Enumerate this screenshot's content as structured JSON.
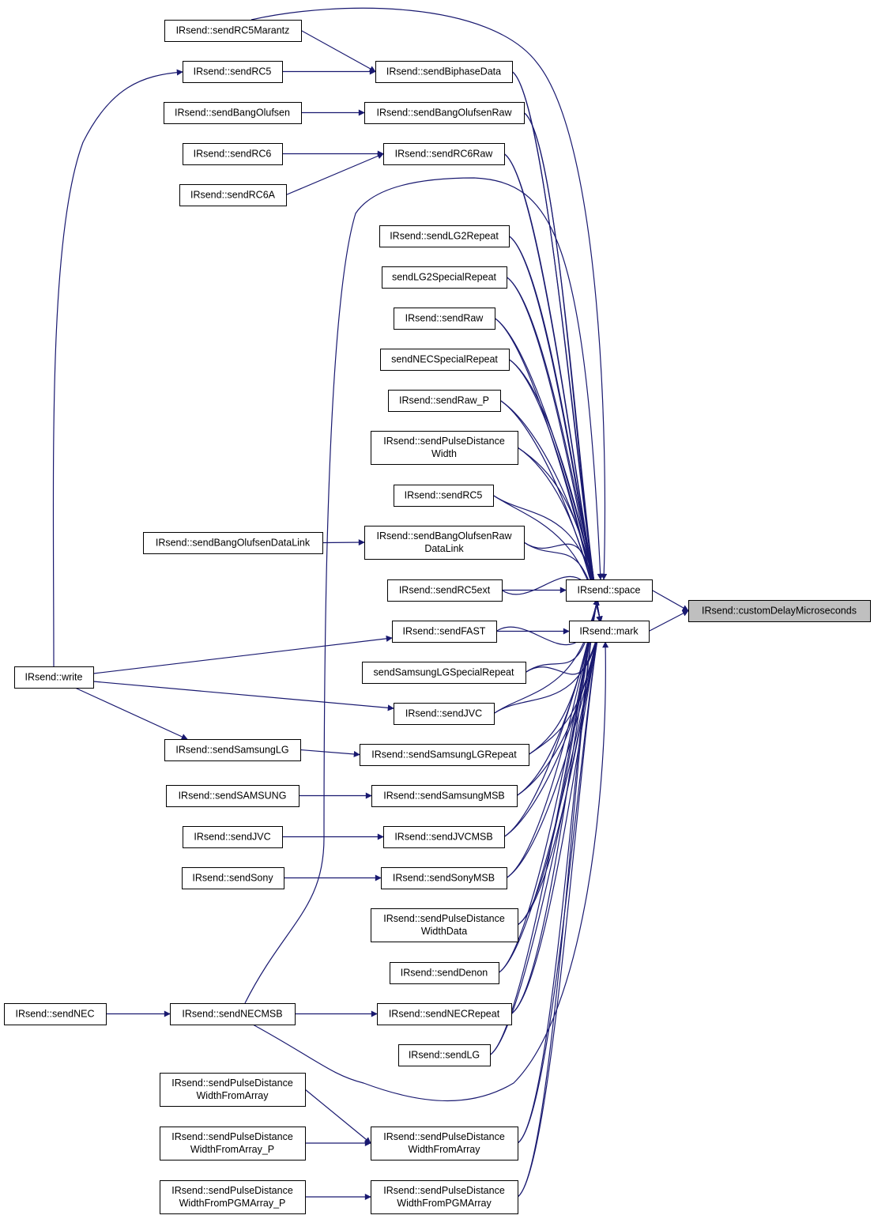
{
  "colors": {
    "edge": "#191970",
    "node_border": "#000000",
    "root_fill": "#bfbfbf",
    "node_fill": "#ffffff"
  },
  "nodes": {
    "customDelay": {
      "lines": [
        "IRsend::customDelayMicroseconds"
      ],
      "root": true
    },
    "space": {
      "lines": [
        "IRsend::space"
      ]
    },
    "mark": {
      "lines": [
        "IRsend::mark"
      ]
    },
    "sendRC5Marantz": {
      "lines": [
        "IRsend::sendRC5Marantz"
      ]
    },
    "sendRC5_left": {
      "lines": [
        "IRsend::sendRC5"
      ]
    },
    "sendBiphaseData": {
      "lines": [
        "IRsend::sendBiphaseData"
      ]
    },
    "sendBangOlufsen": {
      "lines": [
        "IRsend::sendBangOlufsen"
      ]
    },
    "sendBangOlufsenRaw": {
      "lines": [
        "IRsend::sendBangOlufsenRaw"
      ]
    },
    "sendRC6": {
      "lines": [
        "IRsend::sendRC6"
      ]
    },
    "sendRC6Raw": {
      "lines": [
        "IRsend::sendRC6Raw"
      ]
    },
    "sendRC6A": {
      "lines": [
        "IRsend::sendRC6A"
      ]
    },
    "sendLG2Repeat": {
      "lines": [
        "IRsend::sendLG2Repeat"
      ]
    },
    "sendLG2SpecialRepeat": {
      "lines": [
        "sendLG2SpecialRepeat"
      ]
    },
    "sendRaw": {
      "lines": [
        "IRsend::sendRaw"
      ]
    },
    "sendNECSpecialRepeat": {
      "lines": [
        "sendNECSpecialRepeat"
      ]
    },
    "sendRaw_P": {
      "lines": [
        "IRsend::sendRaw_P"
      ]
    },
    "sendPulseDistanceWidth": {
      "lines": [
        "IRsend::sendPulseDistance",
        "Width"
      ]
    },
    "sendRC5_mid": {
      "lines": [
        "IRsend::sendRC5"
      ]
    },
    "sendBangOlufsenDataLink": {
      "lines": [
        "IRsend::sendBangOlufsenDataLink"
      ]
    },
    "sendBangOlufsenRawDataLink": {
      "lines": [
        "IRsend::sendBangOlufsenRaw",
        "DataLink"
      ]
    },
    "sendRC5ext": {
      "lines": [
        "IRsend::sendRC5ext"
      ]
    },
    "sendFAST": {
      "lines": [
        "IRsend::sendFAST"
      ]
    },
    "write": {
      "lines": [
        "IRsend::write"
      ]
    },
    "sendSamsungLGSpecialRepeat": {
      "lines": [
        "sendSamsungLGSpecialRepeat"
      ]
    },
    "sendJVC_mid": {
      "lines": [
        "IRsend::sendJVC"
      ]
    },
    "sendSamsungLG": {
      "lines": [
        "IRsend::sendSamsungLG"
      ]
    },
    "sendSamsungLGRepeat": {
      "lines": [
        "IRsend::sendSamsungLGRepeat"
      ]
    },
    "sendSAMSUNG": {
      "lines": [
        "IRsend::sendSAMSUNG"
      ]
    },
    "sendSamsungMSB": {
      "lines": [
        "IRsend::sendSamsungMSB"
      ]
    },
    "sendJVC_left": {
      "lines": [
        "IRsend::sendJVC"
      ]
    },
    "sendJVCMSB": {
      "lines": [
        "IRsend::sendJVCMSB"
      ]
    },
    "sendSony": {
      "lines": [
        "IRsend::sendSony"
      ]
    },
    "sendSonyMSB": {
      "lines": [
        "IRsend::sendSonyMSB"
      ]
    },
    "sendPulseDistanceWidthData": {
      "lines": [
        "IRsend::sendPulseDistance",
        "WidthData"
      ]
    },
    "sendDenon": {
      "lines": [
        "IRsend::sendDenon"
      ]
    },
    "sendNEC": {
      "lines": [
        "IRsend::sendNEC"
      ]
    },
    "sendNECMSB": {
      "lines": [
        "IRsend::sendNECMSB"
      ]
    },
    "sendNECRepeat": {
      "lines": [
        "IRsend::sendNECRepeat"
      ]
    },
    "sendLG": {
      "lines": [
        "IRsend::sendLG"
      ]
    },
    "sendPDWFromArray_left": {
      "lines": [
        "IRsend::sendPulseDistance",
        "WidthFromArray"
      ]
    },
    "sendPDWFromArray_P": {
      "lines": [
        "IRsend::sendPulseDistance",
        "WidthFromArray_P"
      ]
    },
    "sendPDWFromArray_mid": {
      "lines": [
        "IRsend::sendPulseDistance",
        "WidthFromArray"
      ]
    },
    "sendPDWFromPGMArray_P": {
      "lines": [
        "IRsend::sendPulseDistance",
        "WidthFromPGMArray_P"
      ]
    },
    "sendPDWFromPGMArray": {
      "lines": [
        "IRsend::sendPulseDistance",
        "WidthFromPGMArray"
      ]
    }
  },
  "edges": [
    [
      "space",
      "customDelay"
    ],
    [
      "mark",
      "customDelay"
    ],
    [
      "sendRC5Marantz",
      "sendBiphaseData"
    ],
    [
      "sendRC5Marantz",
      "space"
    ],
    [
      "sendRC5_left",
      "sendBiphaseData"
    ],
    [
      "write",
      "sendRC5_left"
    ],
    [
      "sendBiphaseData",
      "space"
    ],
    [
      "sendBiphaseData",
      "mark"
    ],
    [
      "sendBangOlufsen",
      "sendBangOlufsenRaw"
    ],
    [
      "sendBangOlufsenRaw",
      "space"
    ],
    [
      "sendBangOlufsenRaw",
      "mark"
    ],
    [
      "sendRC6",
      "sendRC6Raw"
    ],
    [
      "sendRC6A",
      "sendRC6Raw"
    ],
    [
      "sendRC6Raw",
      "space"
    ],
    [
      "sendRC6Raw",
      "mark"
    ],
    [
      "sendLG2Repeat",
      "space"
    ],
    [
      "sendLG2Repeat",
      "mark"
    ],
    [
      "sendLG2SpecialRepeat",
      "space"
    ],
    [
      "sendLG2SpecialRepeat",
      "mark"
    ],
    [
      "sendRaw",
      "space"
    ],
    [
      "sendRaw",
      "mark"
    ],
    [
      "sendNECSpecialRepeat",
      "space"
    ],
    [
      "sendNECSpecialRepeat",
      "mark"
    ],
    [
      "sendRaw_P",
      "space"
    ],
    [
      "sendRaw_P",
      "mark"
    ],
    [
      "sendPulseDistanceWidth",
      "space"
    ],
    [
      "sendPulseDistanceWidth",
      "mark"
    ],
    [
      "sendRC5_mid",
      "space"
    ],
    [
      "sendRC5_mid",
      "mark"
    ],
    [
      "sendBangOlufsenDataLink",
      "sendBangOlufsenRawDataLink"
    ],
    [
      "sendBangOlufsenRawDataLink",
      "space"
    ],
    [
      "sendBangOlufsenRawDataLink",
      "mark"
    ],
    [
      "sendRC5ext",
      "space"
    ],
    [
      "sendRC5ext",
      "mark"
    ],
    [
      "sendFAST",
      "space"
    ],
    [
      "sendFAST",
      "mark"
    ],
    [
      "write",
      "sendFAST"
    ],
    [
      "sendSamsungLGSpecialRepeat",
      "space"
    ],
    [
      "sendSamsungLGSpecialRepeat",
      "mark"
    ],
    [
      "write",
      "sendJVC_mid"
    ],
    [
      "sendJVC_mid",
      "space"
    ],
    [
      "sendJVC_mid",
      "mark"
    ],
    [
      "write",
      "sendSamsungLG"
    ],
    [
      "sendSamsungLG",
      "sendSamsungLGRepeat"
    ],
    [
      "sendSamsungLGRepeat",
      "space"
    ],
    [
      "sendSamsungLGRepeat",
      "mark"
    ],
    [
      "sendSAMSUNG",
      "sendSamsungMSB"
    ],
    [
      "sendSamsungMSB",
      "space"
    ],
    [
      "sendSamsungMSB",
      "mark"
    ],
    [
      "sendJVC_left",
      "sendJVCMSB"
    ],
    [
      "sendJVCMSB",
      "space"
    ],
    [
      "sendJVCMSB",
      "mark"
    ],
    [
      "sendSony",
      "sendSonyMSB"
    ],
    [
      "sendSonyMSB",
      "space"
    ],
    [
      "sendSonyMSB",
      "mark"
    ],
    [
      "sendPulseDistanceWidthData",
      "space"
    ],
    [
      "sendPulseDistanceWidthData",
      "mark"
    ],
    [
      "sendDenon",
      "space"
    ],
    [
      "sendDenon",
      "mark"
    ],
    [
      "sendNEC",
      "sendNECMSB"
    ],
    [
      "sendNECMSB",
      "sendNECRepeat"
    ],
    [
      "sendNECMSB",
      "space"
    ],
    [
      "sendNECMSB",
      "mark"
    ],
    [
      "sendNECRepeat",
      "space"
    ],
    [
      "sendNECRepeat",
      "mark"
    ],
    [
      "sendLG",
      "space"
    ],
    [
      "sendLG",
      "mark"
    ],
    [
      "sendPDWFromArray_left",
      "sendPDWFromArray_mid"
    ],
    [
      "sendPDWFromArray_P",
      "sendPDWFromArray_mid"
    ],
    [
      "sendPDWFromArray_mid",
      "space"
    ],
    [
      "sendPDWFromArray_mid",
      "mark"
    ],
    [
      "sendPDWFromPGMArray_P",
      "sendPDWFromPGMArray"
    ],
    [
      "sendPDWFromPGMArray",
      "space"
    ],
    [
      "sendPDWFromPGMArray",
      "mark"
    ]
  ]
}
